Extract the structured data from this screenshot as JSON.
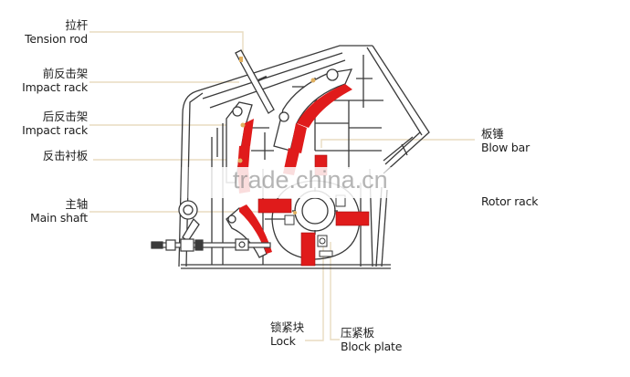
{
  "diagram": {
    "type": "impact crusher cross-section with callout labels",
    "colors": {
      "outline": "#3a3a3a",
      "wear_parts": "#e01b1b",
      "leader_line": "#e8dcc0",
      "marker": "#e0b060",
      "text": "#1e1e1e"
    },
    "labels": {
      "tension_rod": {
        "zh": "拉杆",
        "en": "Tension rod"
      },
      "front_impact_rack": {
        "zh": "前反击架",
        "en": "Impact rack"
      },
      "rear_impact_rack": {
        "zh": "后反击架",
        "en": "Impact rack"
      },
      "impact_liner": {
        "zh": "反击衬板",
        "en": ""
      },
      "main_shaft": {
        "zh": "主轴",
        "en": "Main shaft"
      },
      "blow_bar": {
        "zh": "板锤",
        "en": "Blow bar"
      },
      "rotor_rack": {
        "zh": "",
        "en": "Rotor rack"
      },
      "lock": {
        "zh": "锁紧块",
        "en": "Lock"
      },
      "block_plate": {
        "zh": "压紧板",
        "en": "Block plate"
      }
    },
    "watermark": "trade.china.cn"
  }
}
